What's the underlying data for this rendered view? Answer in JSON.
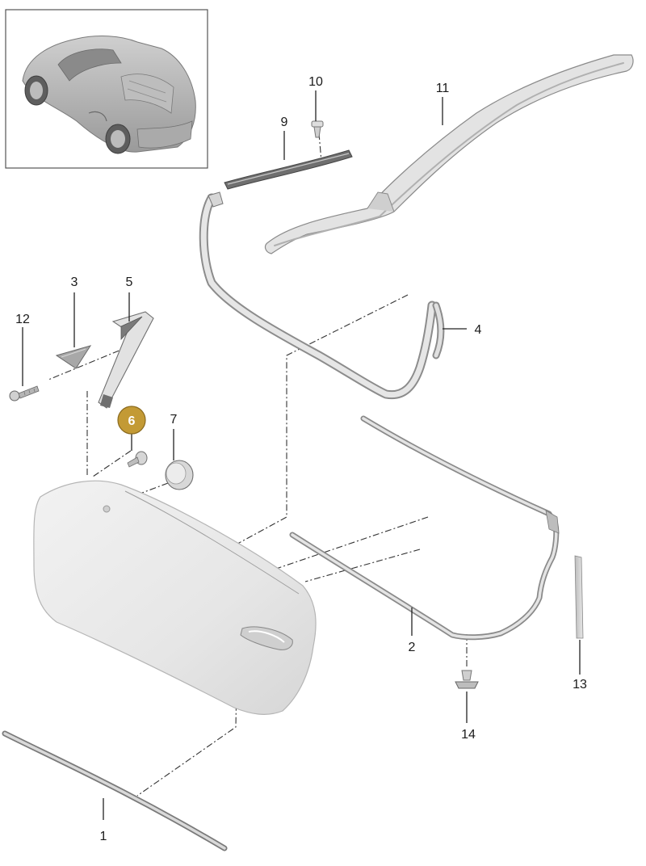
{
  "callouts": [
    {
      "id": "1",
      "label": "1"
    },
    {
      "id": "2",
      "label": "2"
    },
    {
      "id": "3",
      "label": "3"
    },
    {
      "id": "4",
      "label": "4"
    },
    {
      "id": "5",
      "label": "5"
    },
    {
      "id": "6",
      "label": "6",
      "highlighted": true
    },
    {
      "id": "7",
      "label": "7"
    },
    {
      "id": "9",
      "label": "9"
    },
    {
      "id": "10",
      "label": "10"
    },
    {
      "id": "11",
      "label": "11"
    },
    {
      "id": "12",
      "label": "12"
    },
    {
      "id": "13",
      "label": "13"
    },
    {
      "id": "14",
      "label": "14"
    }
  ],
  "colors": {
    "highlight": "#c39a35",
    "part_fill": "#e8e8e8",
    "part_stroke": "#8c8c8c",
    "line": "#222222"
  },
  "icons": {
    "vehicle": "car-overview-icon"
  }
}
